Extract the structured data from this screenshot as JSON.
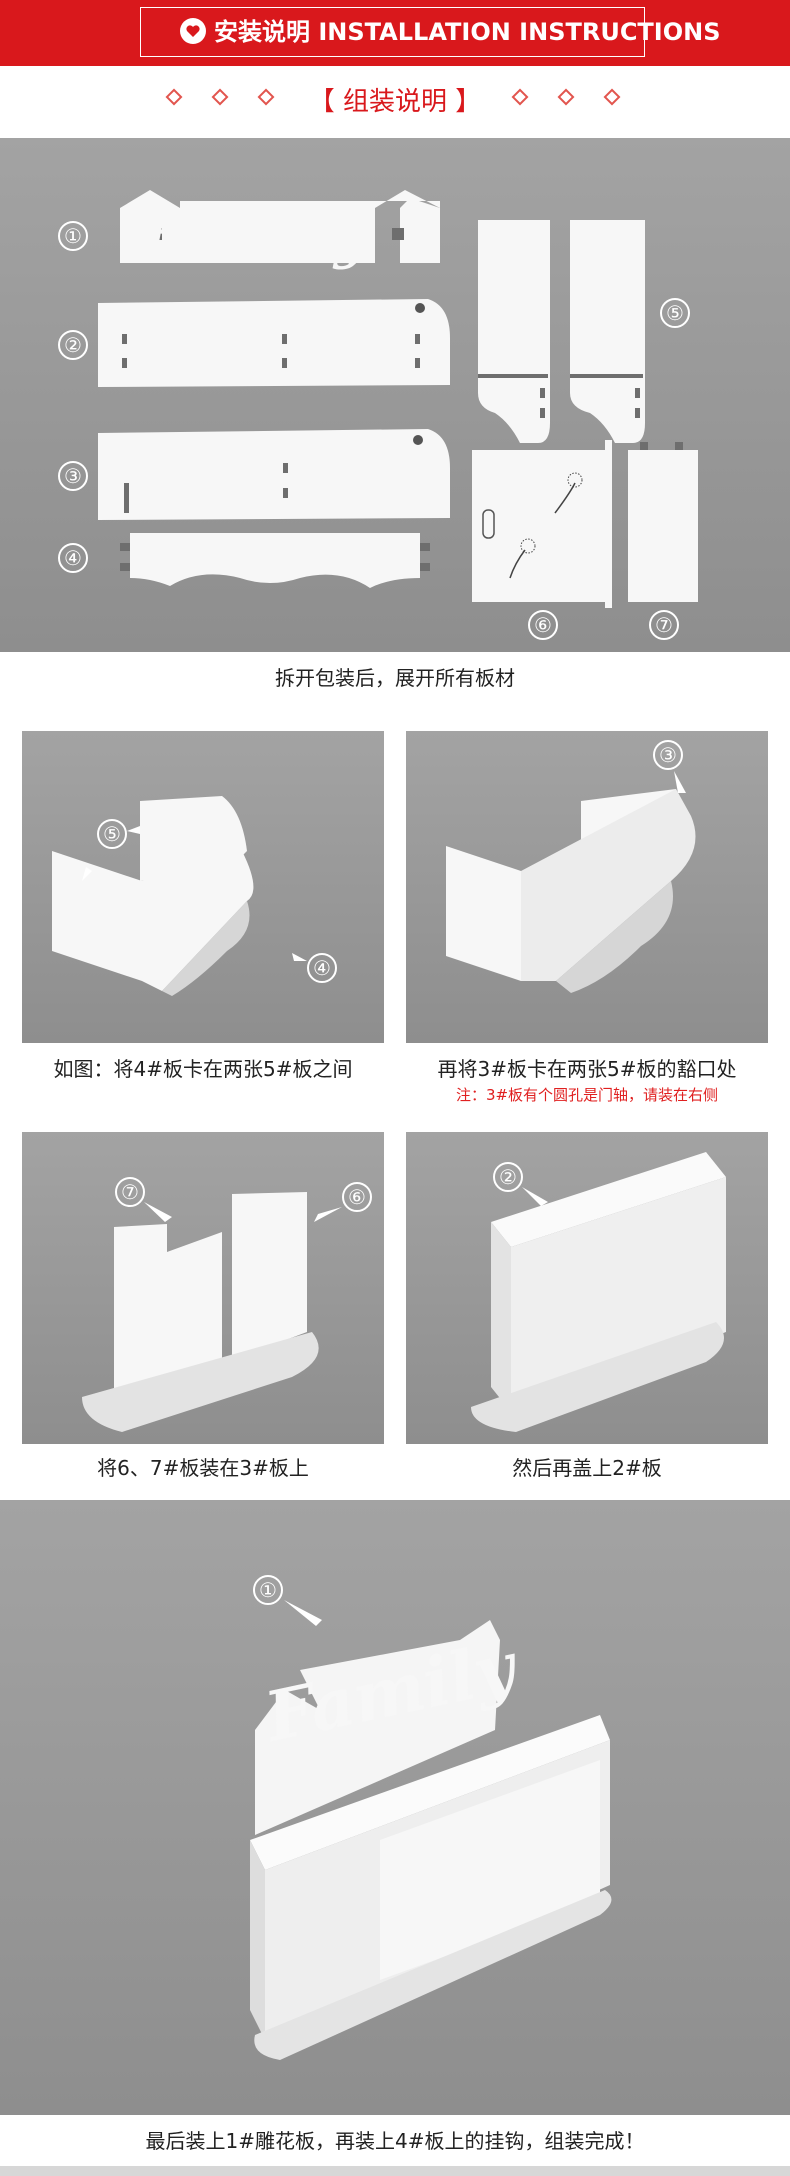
{
  "header": {
    "title": "安装说明 INSTALLATION INSTRUCTIONS"
  },
  "subtitle": "【 组装说明 】",
  "parts": {
    "n1": "①",
    "n2": "②",
    "n3": "③",
    "n4": "④",
    "n5": "⑤",
    "n6": "⑥",
    "n7": "⑦",
    "logo_text": "Family"
  },
  "step0": {
    "caption": "拆开包装后，展开所有板材"
  },
  "step1": {
    "caption": "如图：将4#板卡在两张5#板之间",
    "label_a": "⑤",
    "label_b": "④"
  },
  "step2": {
    "caption": "再将3#板卡在两张5#板的豁口处",
    "note": "注：3#板有个圆孔是门轴，请装在右侧",
    "label": "③"
  },
  "step3": {
    "caption": "将6、7#板装在3#板上",
    "label_a": "⑦",
    "label_b": "⑥"
  },
  "step4": {
    "caption": "然后再盖上2#板",
    "label": "②"
  },
  "final": {
    "caption": "最后装上1#雕花板，再装上4#板上的挂钩，组装完成！",
    "label": "①",
    "logo_text": "Family"
  },
  "colors": {
    "header_red": "#d9181c",
    "note_red": "#e02020",
    "panel_gray": "#999999"
  }
}
